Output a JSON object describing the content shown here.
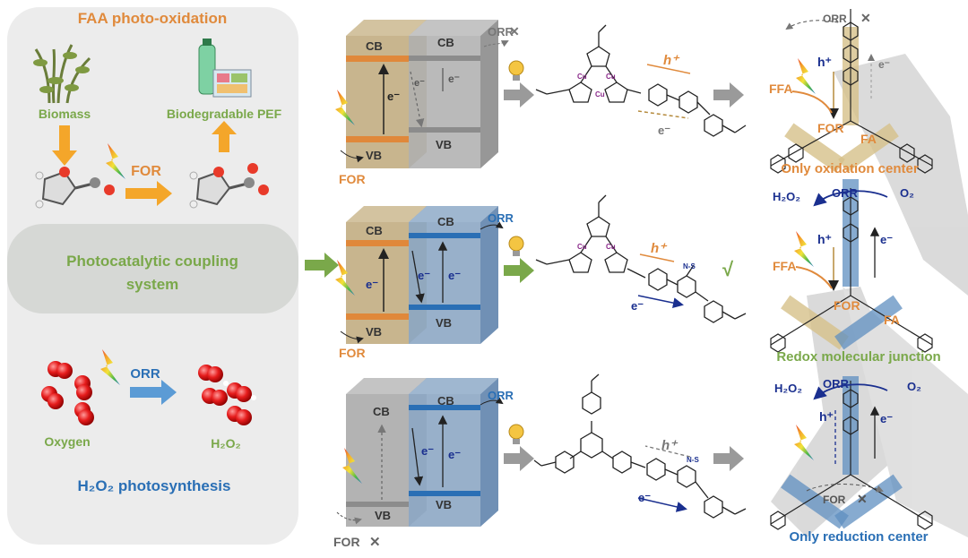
{
  "left_panel": {
    "section_top_title": "FAA photo-oxidation",
    "biomass_label": "Biomass",
    "pef_label": "Biodegradable PEF",
    "for_label": "FOR",
    "coupling_line1": "Photocatalytic coupling",
    "coupling_line2": "system",
    "orr_label": "ORR",
    "oxygen_label": "Oxygen",
    "h2o2_label": "H₂O₂",
    "section_bottom_title": "H₂O₂ photosynthesis"
  },
  "bands": {
    "cb": "CB",
    "vb": "VB",
    "electron": "e⁻",
    "orr": "ORR",
    "for": "FOR",
    "hole": "h⁺",
    "blocked": "✕",
    "check": "√"
  },
  "right_panel": {
    "ffa": "FFA",
    "fa": "FA",
    "for": "FOR",
    "orr": "ORR",
    "o2": "O₂",
    "h2o2": "H₂O₂",
    "hole": "h⁺",
    "electron": "e⁻",
    "top_caption": "Only oxidation center",
    "mid_caption": "Redox molecular junction",
    "bottom_caption": "Only reduction center"
  },
  "colors": {
    "orange": "#e08a3c",
    "green": "#7aa84a",
    "blue": "#2a6fb5",
    "navy": "#1a2f8f",
    "gray": "#8c8c8c",
    "panel_bg": "#ececec",
    "tan": "#b9a27a",
    "steel": "#8aa6c4"
  }
}
